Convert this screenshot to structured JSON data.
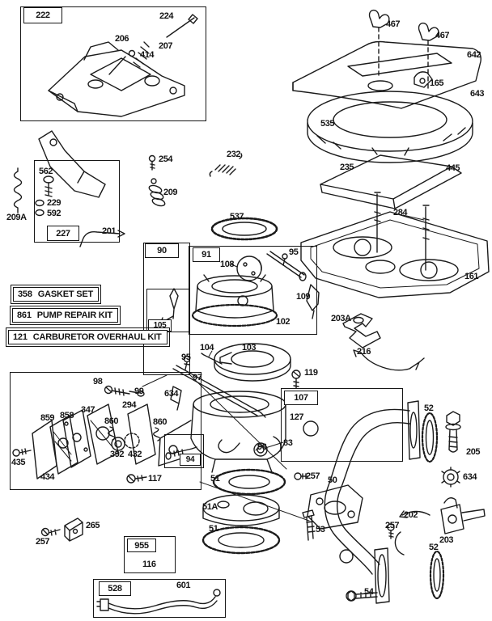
{
  "kits": [
    {
      "number": "358",
      "name": "GASKET SET"
    },
    {
      "number": "861",
      "name": "PUMP REPAIR KIT"
    },
    {
      "number": "121",
      "name": "CARBURETOR OVERHAUL KIT"
    }
  ],
  "boxes": {
    "b222": "222",
    "b227": "227",
    "b90": "90",
    "b91": "91",
    "b105": "105",
    "b107": "107",
    "b94": "94",
    "b955": "955",
    "b528": "528"
  },
  "labels": {
    "l224": "224",
    "l206": "206",
    "l207": "207",
    "l414": "414",
    "l467a": "467",
    "l467b": "467",
    "l642": "642",
    "l643": "643",
    "l165": "165",
    "l535": "535",
    "l445": "445",
    "l235": "235",
    "l284": "284",
    "l161": "161",
    "l209A": "209A",
    "l562": "562",
    "l229": "229",
    "l592": "592",
    "l254": "254",
    "l209": "209",
    "l232": "232",
    "l537": "537",
    "l201": "201",
    "l95a": "95",
    "l108": "108",
    "l109": "109",
    "l102": "102",
    "l104": "104",
    "l103": "103",
    "l119": "119",
    "l95b": "95",
    "l97": "97",
    "l634a": "634",
    "l98": "98",
    "l99": "99",
    "l294": "294",
    "l859": "859",
    "l858": "858",
    "l347": "347",
    "l860a": "860",
    "l860b": "860",
    "l392": "392",
    "l432": "432",
    "l435": "435",
    "l434": "434",
    "l117": "117",
    "l127": "127",
    "l83": "83",
    "l96": "96",
    "l257a": "257",
    "l51a": "51",
    "l51A": "51A",
    "l51b": "51",
    "l203A": "203A",
    "l216": "216",
    "l52a": "52",
    "l205": "205",
    "l634b": "634",
    "l203": "203",
    "l202": "202",
    "l257b": "257",
    "l53": "53",
    "l50": "50",
    "l54": "54",
    "l52b": "52",
    "l257c": "257",
    "l265": "265",
    "l116": "116",
    "l601": "601"
  }
}
